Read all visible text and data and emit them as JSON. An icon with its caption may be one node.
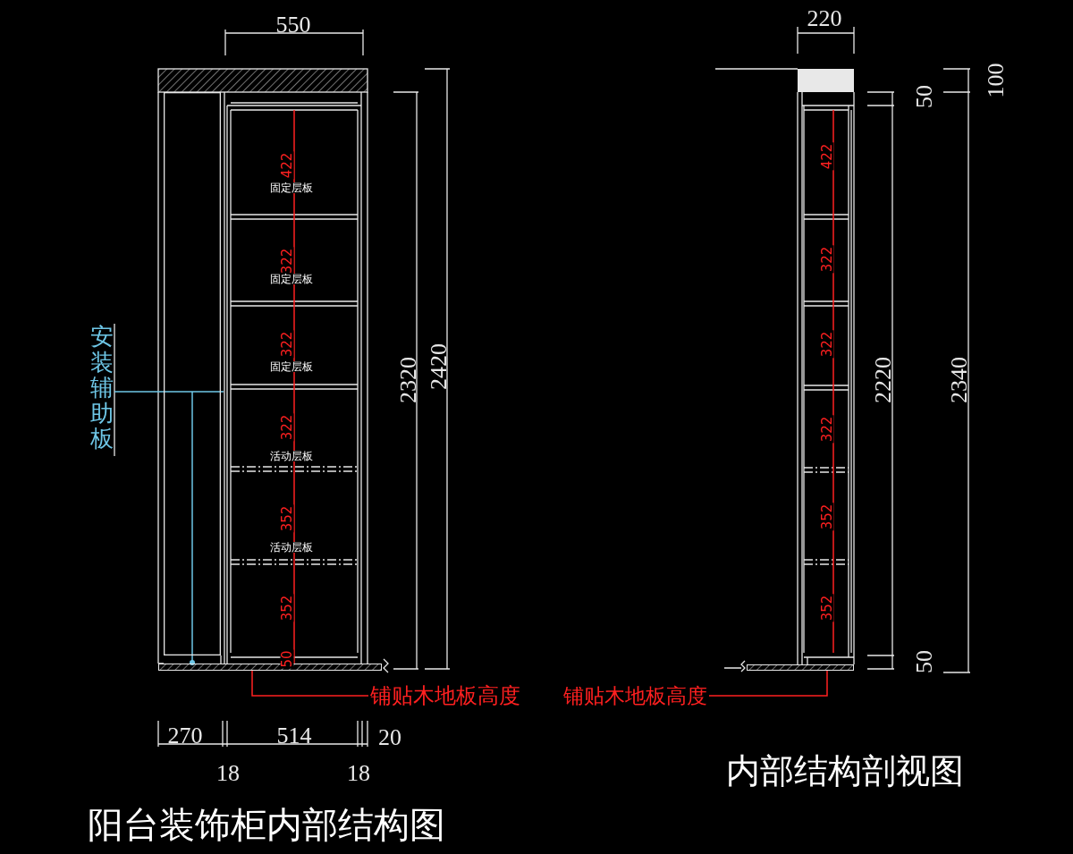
{
  "diagram": {
    "title": "阳台装饰柜内部结构图",
    "nodes": [
      {
        "text": [
          "安装辅助板"
        ]
      },
      {
        "text": [
          "铺贴木地板高度"
        ]
      },
      {
        "text": [
          "铺贴木地板高度"
        ]
      },
      {
        "text": [],
        "shape": "box"
      },
      {
        "text": [],
        "shape": "bar"
      },
      {
        "text": [],
        "shape": "bar"
      }
    ],
    "edges": [
      {
        "from": 0,
        "to": 3,
        "arrow": "other",
        "color": "#6ec6e6"
      },
      {
        "from": 1,
        "to": 4,
        "arrow": "none"
      },
      {
        "from": 2,
        "to": 5,
        "arrow": "none"
      }
    ],
    "labels": [
      "550",
      "422",
      "固定层板",
      "322",
      "固定层板",
      "322",
      "固定层板",
      "2320",
      "2420",
      "322",
      "活动层板",
      "352",
      "活动层板",
      "352",
      "50",
      "270",
      "514",
      "20",
      "18",
      "18",
      "220",
      "100",
      "50",
      "422",
      "322",
      "322",
      "2220",
      "2340",
      "322",
      "352",
      "352",
      "50",
      "内部结构剖视图"
    ]
  }
}
